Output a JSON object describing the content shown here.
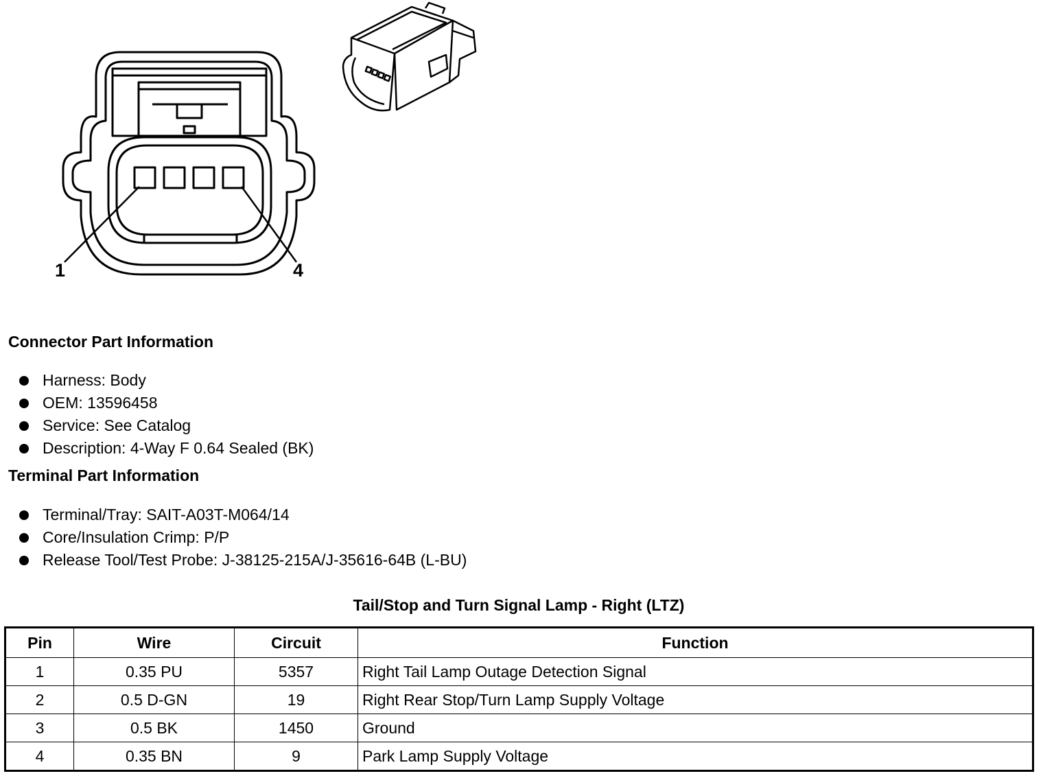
{
  "diagram": {
    "callouts": [
      "1",
      "4"
    ]
  },
  "connector_info": {
    "title": "Connector Part Information",
    "items": [
      "Harness: Body",
      "OEM: 13596458",
      "Service: See Catalog",
      "Description: 4-Way F 0.64 Sealed (BK)"
    ]
  },
  "terminal_info": {
    "title": "Terminal Part Information",
    "items": [
      "Terminal/Tray: SAIT-A03T-M064/14",
      "Core/Insulation Crimp: P/P",
      "Release Tool/Test Probe: J-38125-215A/J-35616-64B (L-BU)"
    ]
  },
  "pin_table": {
    "title": "Tail/Stop and Turn Signal Lamp - Right (LTZ)",
    "headers": [
      "Pin",
      "Wire",
      "Circuit",
      "Function"
    ],
    "rows": [
      [
        "1",
        "0.35 PU",
        "5357",
        "Right Tail Lamp Outage Detection Signal"
      ],
      [
        "2",
        "0.5 D-GN",
        "19",
        "Right Rear Stop/Turn Lamp Supply Voltage"
      ],
      [
        "3",
        "0.5 BK",
        "1450",
        "Ground"
      ],
      [
        "4",
        "0.35 BN",
        "9",
        "Park Lamp Supply Voltage"
      ]
    ]
  }
}
